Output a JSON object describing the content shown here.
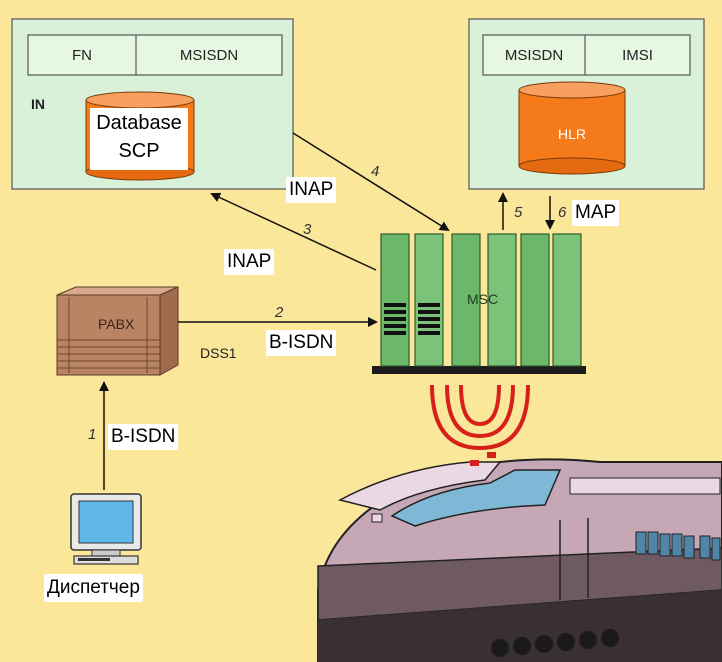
{
  "in_node": {
    "table": [
      "FN",
      "MSISDN"
    ],
    "label": "IN",
    "db_line1": "Database",
    "db_line2": "SCP"
  },
  "hlr_node": {
    "table": [
      "MSISDN",
      "IMSI"
    ],
    "db_label": "HLR"
  },
  "msc": {
    "label": "MSC"
  },
  "pabx": {
    "label": "PABX",
    "protocol": "DSS1"
  },
  "dispatcher": {
    "label": "Диспетчер"
  },
  "links": {
    "step1": {
      "num": "1",
      "protocol": "B-ISDN"
    },
    "step2": {
      "num": "2",
      "protocol": "B-ISDN"
    },
    "step3": {
      "num": "3",
      "protocol": "INAP"
    },
    "step4": {
      "num": "4",
      "protocol": "INAP"
    },
    "step5": {
      "num": "5"
    },
    "step6": {
      "num": "6",
      "protocol": "MAP"
    }
  },
  "colors": {
    "background": "#fbe79a",
    "node_fill": "#d8f1d8",
    "cylinder": "#f57a1a",
    "rack": "#6cb86a",
    "pabx": "#b98463",
    "radio": "#d8201a",
    "train": "#c5a7b6"
  }
}
